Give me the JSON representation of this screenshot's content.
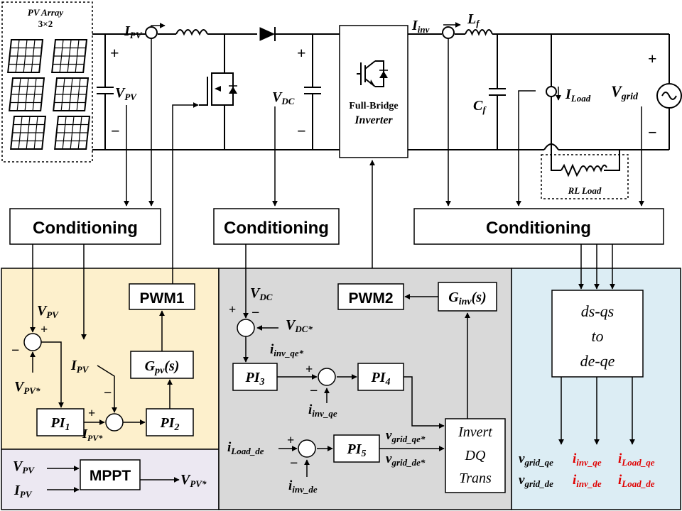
{
  "pv_array": {
    "title": "PV Array",
    "size": "3×2"
  },
  "sensors": {
    "i_pv": "I",
    "i_pv_sub": "PV",
    "i_inv": "I",
    "i_inv_sub": "inv",
    "i_load": "I",
    "i_load_sub": "Load"
  },
  "components": {
    "lf": "L",
    "lf_sub": "f",
    "cf": "C",
    "cf_sub": "f",
    "full_bridge_line1": "Full-Bridge",
    "full_bridge_line2": "Inverter",
    "rl_load": "RL Load"
  },
  "voltages": {
    "v_pv": "V",
    "v_pv_sub": "PV",
    "v_dc": "V",
    "v_dc_sub": "DC",
    "v_grid": "V",
    "v_grid_sub": "grid",
    "plus": "+",
    "minus": "−"
  },
  "conditioning": {
    "left": "Conditioning",
    "mid": "Conditioning",
    "right": "Conditioning"
  },
  "blocks": {
    "pwm1": "PWM1",
    "pwm2": "PWM2",
    "gpv": "G",
    "gpv_sub": "pv",
    "gpv_tail": "(s)",
    "ginv": "G",
    "ginv_sub": "inv",
    "ginv_tail": "(s)",
    "pi1": "PI",
    "pi1_sub": "1",
    "pi2": "PI",
    "pi2_sub": "2",
    "pi3": "PI",
    "pi3_sub": "3",
    "pi4": "PI",
    "pi4_sub": "4",
    "pi5": "PI",
    "pi5_sub": "5",
    "mppt": "MPPT",
    "invert_dq_line1": "Invert",
    "invert_dq_line2": "DQ",
    "invert_dq_line3": "Trans",
    "dsqs_line1": "ds-qs",
    "dsqs_line2": "to",
    "dsqs_line3": "de-qe"
  },
  "signals": {
    "v_pv_ref": "V",
    "v_pv_ref_sub": "PV*",
    "v_dc_ref": "V",
    "v_dc_ref_sub": "DC*",
    "i_inv_qe_ref": "i",
    "i_inv_qe_ref_sub": "inv_qe*",
    "i_inv_qe": "i",
    "i_inv_qe_sub": "inv_qe",
    "i_load_de": "i",
    "i_load_de_sub": "Load_de",
    "i_inv_de": "i",
    "i_inv_de_sub": "inv_de",
    "v_grid_qe_ref": "v",
    "v_grid_qe_ref_sub": "grid_qe*",
    "v_grid_de_ref": "v",
    "v_grid_de_ref_sub": "grid_de*",
    "i_pv_ref": "I",
    "i_pv_ref_sub": "PV*"
  },
  "outputs": {
    "v_grid_qe": "v",
    "v_grid_qe_sub": "grid_qe",
    "i_inv_qe": "i",
    "i_inv_qe_sub": "inv_qe",
    "i_load_qe": "i",
    "i_load_qe_sub": "Load_qe",
    "v_grid_de": "v",
    "v_grid_de_sub": "grid_de",
    "i_inv_de": "i",
    "i_inv_de_sub": "inv_de",
    "i_load_de": "i",
    "i_load_de_sub": "Load_de"
  },
  "colors": {
    "panel_left": "#fdf0cc",
    "panel_mid": "#d9d9d9",
    "panel_right": "#dcedf4",
    "panel_mppt": "#ece8f2",
    "highlight_red": "#e00000"
  }
}
